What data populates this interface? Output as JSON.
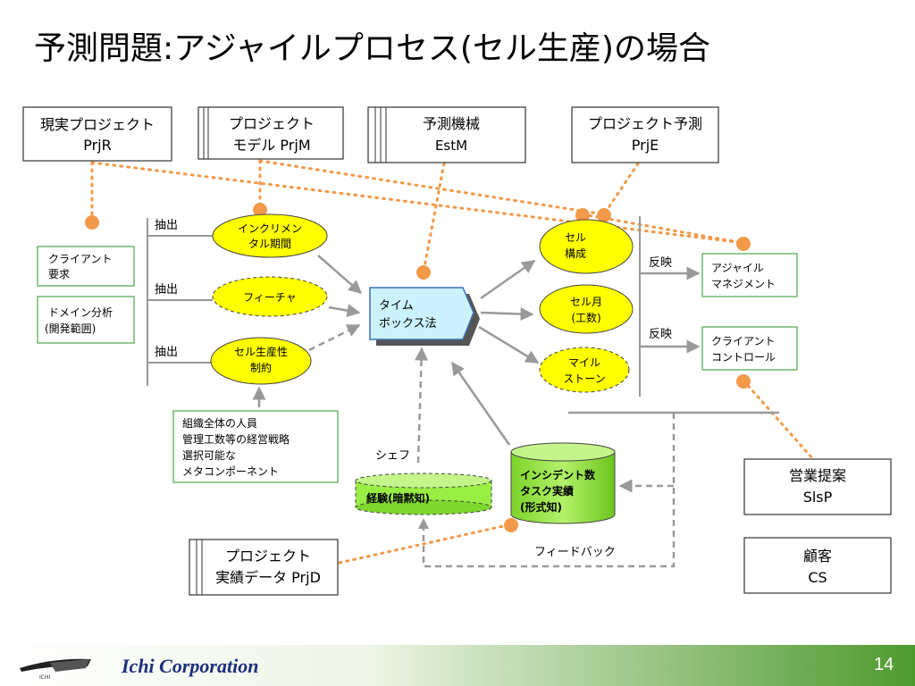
{
  "slide": {
    "title": "予測問題:アジャイルプロセス(セル生産)の場合",
    "page_number": "14",
    "company": "Ichi Corporation",
    "logo_text": "ICHI"
  },
  "boxes": {
    "prjr": [
      "現実プロジェクト",
      "PrjR"
    ],
    "prjm": [
      "プロジェクト",
      "モデル PrjM"
    ],
    "estm": [
      "予測機械",
      "EstM"
    ],
    "prje": [
      "プロジェクト予測",
      "PrjE"
    ],
    "slsp": [
      "営業提案",
      "SlsP"
    ],
    "cs": [
      "顧客",
      "CS"
    ],
    "prjd": [
      "プロジェクト",
      "実績データ PrjD"
    ]
  },
  "green_boxes": {
    "client_req": [
      "クライアント",
      "要求"
    ],
    "domain": [
      "ドメイン分析",
      "(開発範囲)"
    ],
    "org": [
      "組織全体の人員",
      "管理工数等の経営戦略",
      "選択可能な",
      "メタコンポーネント"
    ],
    "agile_mgmt": [
      "アジャイル",
      "マネジメント"
    ],
    "client_ctrl": [
      "クライアント",
      "コントロール"
    ]
  },
  "ellipses": {
    "incremental": [
      "インクリメン",
      "タル期間"
    ],
    "feature": [
      "フィーチャ"
    ],
    "cell_prod": [
      "セル生産性",
      "制約"
    ],
    "cell_config": [
      "セル",
      "構成"
    ],
    "cell_month": [
      "セル月",
      "(工数)"
    ],
    "milestone": [
      "マイル",
      "ストーン"
    ]
  },
  "timebox": [
    "タイム",
    "ボックス法"
  ],
  "cylinders": {
    "experience": [
      "経験(暗黙知)"
    ],
    "incident": [
      "インシデント数",
      "タスク実績",
      "(形式知)"
    ]
  },
  "labels": {
    "extract1": "抽出",
    "extract2": "抽出",
    "extract3": "抽出",
    "reflect1": "反映",
    "reflect2": "反映",
    "chef": "シェフ",
    "feedback": "フィードバック"
  },
  "colors": {
    "ellipse_fill": "#ffff00",
    "green_border": "#4aa84a",
    "dot_orange": "#f2994a",
    "timebox_fill": "#ccf2ff",
    "cylinder_fill": "#99ee44",
    "arrow_gray": "#999999"
  }
}
